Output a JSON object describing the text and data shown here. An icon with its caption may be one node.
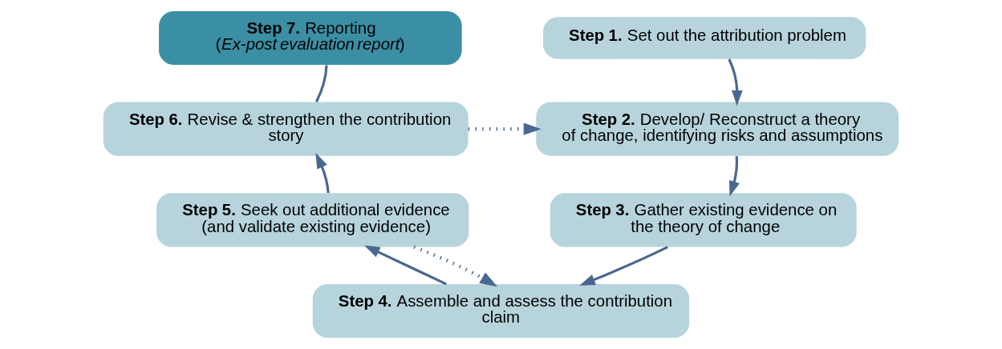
{
  "diagram": {
    "nodes": [
      {
        "text": [
          "**Step 7.** Reporting",
          "(*Ex-post evaluation report*)"
        ]
      },
      {
        "text": [
          "**Step 1.** Set out the attribution problem"
        ]
      },
      {
        "text": [
          "**Step 6.** Revise & strengthen the contribution story"
        ]
      },
      {
        "text": [
          "**Step 2.** Develop/ Reconstruct a theory of change, identifying risks and assumptions"
        ]
      },
      {
        "text": [
          "**Step 5.** Seek out additional evidence (and validate existing evidence)"
        ]
      },
      {
        "text": [
          "**Step 3.** Gather existing evidence on the theory of change"
        ]
      },
      {
        "text": [
          "**Step 4.** Assemble and assess the contribution claim"
        ]
      }
    ],
    "edges": [
      {
        "from": 1,
        "to": 3,
        "arrow": "to"
      },
      {
        "from": 3,
        "to": 5,
        "arrow": "to"
      },
      {
        "from": 5,
        "to": 6,
        "arrow": "to"
      },
      {
        "from": 6,
        "to": 4,
        "arrow": "to"
      },
      {
        "from": 4,
        "to": 2,
        "arrow": "to"
      },
      {
        "from": 2,
        "to": 0,
        "arrow": "none"
      },
      {
        "from": 2,
        "to": 3,
        "arrow": "to",
        "style": "dashed"
      },
      {
        "from": 4,
        "to": 6,
        "arrow": "to",
        "style": "dashed"
      }
    ]
  }
}
